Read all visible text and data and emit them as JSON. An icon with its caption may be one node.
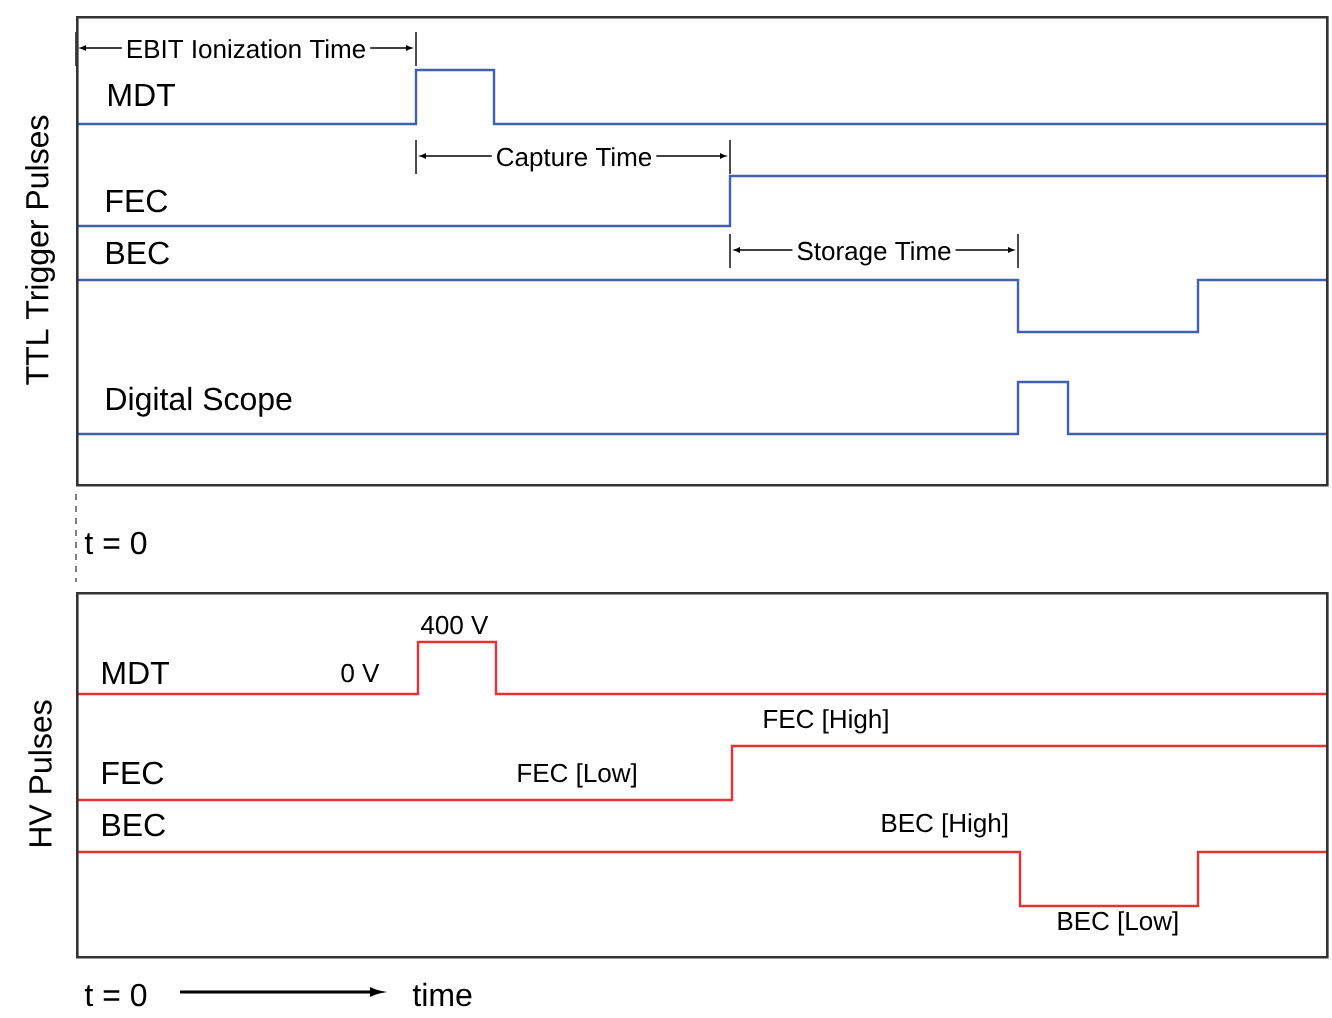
{
  "diagram": {
    "nodes": [
      {
        "text": [
          "TTL Trigger Pulses"
        ]
      },
      {
        "text": [
          "HV Pulses"
        ]
      }
    ],
    "labels": [
      "EBIT Ionization Time",
      "MDT",
      "Capture Time",
      "FEC",
      "BEC",
      "Storage Time",
      "Digital Scope",
      "t = 0",
      "400 V",
      "MDT",
      "0 V",
      "FEC [High]",
      "FEC",
      "FEC [Low]",
      "BEC",
      "BEC [High]",
      "BEC [Low]",
      "t = 0",
      "time"
    ]
  }
}
